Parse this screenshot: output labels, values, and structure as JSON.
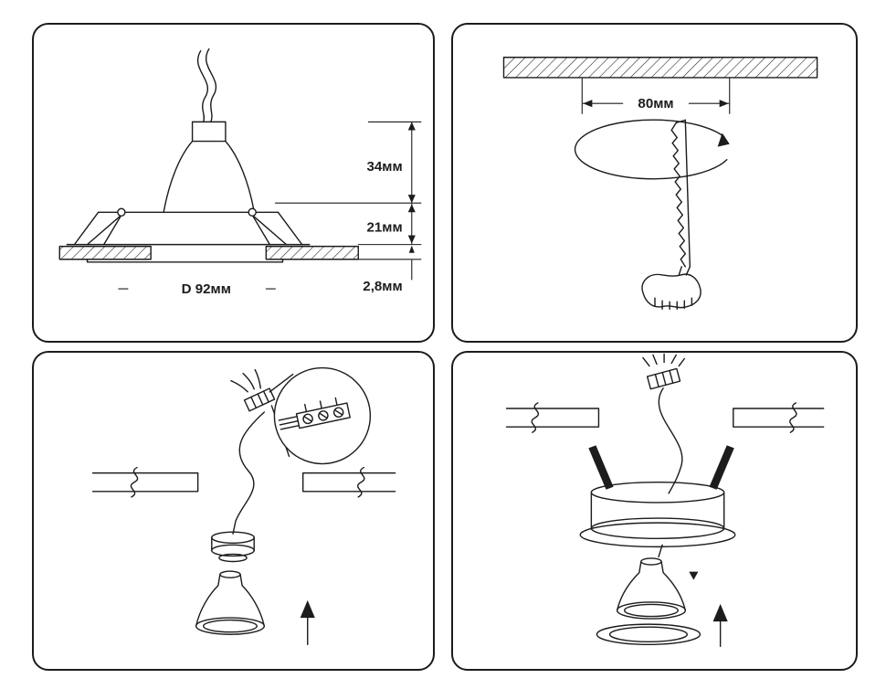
{
  "page": {
    "background": "#ffffff",
    "ink": "#1c1c1c"
  },
  "panels": {
    "dimensions": {
      "labels": {
        "protrusion": "34мм",
        "recess": "21мм",
        "flange": "2,8мм",
        "diameter": "D 92мм"
      }
    },
    "cutout": {
      "labels": {
        "hole_diameter": "80мм"
      }
    },
    "wiring": {
      "labels": {}
    },
    "mounting": {
      "labels": {}
    }
  }
}
